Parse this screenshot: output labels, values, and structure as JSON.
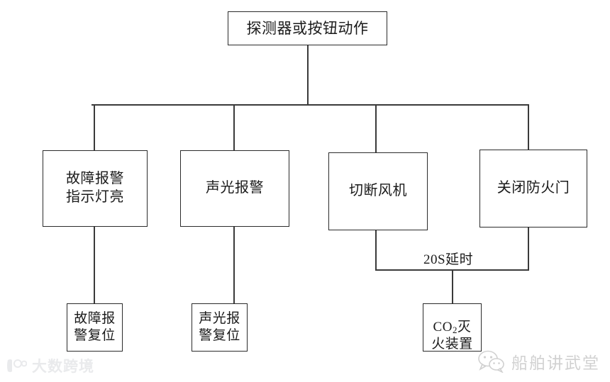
{
  "diagram": {
    "title": "探测器或按钮动作",
    "nodes": {
      "root": "探测器或按钮动作",
      "branch1": "故障报警\n指示灯亮",
      "branch2": "声光报警",
      "branch3": "切断风机",
      "branch4": "关闭防火门",
      "leaf1": "故障报\n警复位",
      "leaf2": "声光报\n警复位",
      "leaf3_prefix": "CO",
      "leaf3_sub": "2",
      "leaf3_suffix": "灭\n火装置"
    },
    "edge_labels": {
      "delay": "20S延时"
    },
    "colors": {
      "background": "#ffffff",
      "stroke": "#2b2b2b",
      "line": "#3a3a3a",
      "text": "#1a1a1a"
    }
  },
  "watermarks": {
    "left": {
      "text": "大数跨境",
      "icon": "dashu-logo-icon"
    },
    "right": {
      "text": "船舶讲武堂",
      "icon": "wechat-bubbles-icon"
    }
  }
}
